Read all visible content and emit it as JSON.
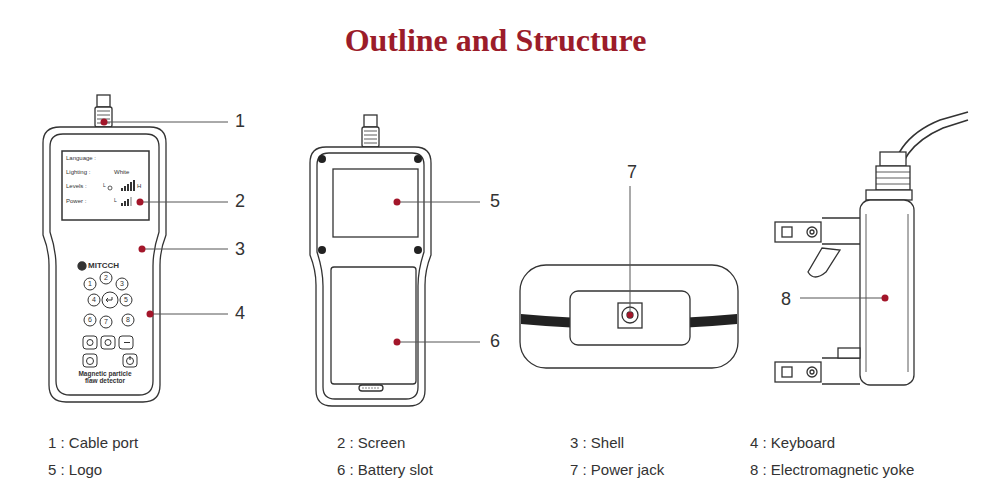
{
  "diagram": {
    "title": "Outline and Structure",
    "labels": [
      "Language :",
      "Lighting :",
      "White",
      "Levels :",
      "L",
      "H",
      "Power :",
      "L",
      "MITCCH",
      "1",
      "2",
      "3",
      "4",
      "5",
      "6",
      "7",
      "8",
      "Magnetic particle flaw detector",
      "1",
      "2",
      "3",
      "4",
      "5",
      "6",
      "7",
      "8",
      "1 : Cable port",
      "2 : Screen",
      "3 : Shell",
      "4 : Keyboard",
      "5 : Logo",
      "6 : Battery slot",
      "7 : Power jack",
      "8 : Electromagnetic yoke"
    ]
  }
}
